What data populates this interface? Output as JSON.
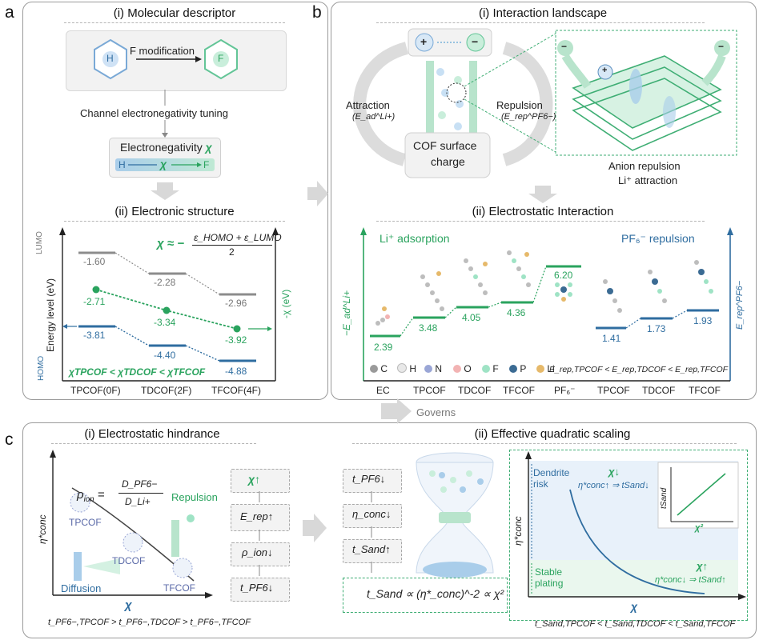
{
  "panels": {
    "a": {
      "letter": "a"
    },
    "b": {
      "letter": "b"
    },
    "c": {
      "letter": "c"
    }
  },
  "a": {
    "i_title": "(i) Molecular descriptor",
    "h_label": "H",
    "f_label": "F",
    "f_modification": "F modification",
    "channel_tuning": "Channel electronegativity tuning",
    "electroneg_title": "Electronegativity",
    "chi": "χ",
    "bar_h": "H",
    "bar_chi": "χ",
    "bar_f": "F",
    "ii_title": "(ii) Electronic structure",
    "formula_lhs": "χ ≈ −",
    "formula_num": "ε_HOMO + ε_LUMO",
    "formula_den": "2",
    "y_left": "Energy level (eV)",
    "y_right": "-χ (eV)",
    "lumo": "LUMO",
    "homo": "HOMO",
    "lumo_vals": [
      "-1.60",
      "-2.28",
      "-2.96"
    ],
    "chi_vals": [
      "-2.71",
      "-3.34",
      "-3.92"
    ],
    "homo_vals": [
      "-3.81",
      "-4.40",
      "-4.88"
    ],
    "ordering": "χTPCOF < χTDCOF < χTFCOF",
    "x_labels": [
      "TPCOF(0F)",
      "TDCOF(2F)",
      "TFCOF(4F)"
    ],
    "colors": {
      "green": "#2aa35e",
      "blue": "#2f6da0",
      "grey": "#8c8c8c"
    }
  },
  "b": {
    "i_title": "(i) Interaction landscape",
    "plus": "+",
    "minus": "−",
    "attraction": "Attraction",
    "attraction_sym": "(E_ad^Li+)",
    "repulsion": "Repulsion",
    "repulsion_sym": "(E_rep^PF6−)",
    "cof_charge_1": "COF surface",
    "cof_charge_2": "charge",
    "anion_repulsion": "Anion repulsion",
    "li_attraction": "Li⁺ attraction",
    "ii_title": "(ii) Electrostatic Interaction",
    "li_adsorption": "Li⁺ adsorption",
    "pf6_repulsion": "PF₆⁻ repulsion",
    "y_left": "−E_ad^Li+",
    "y_right": "E_rep^PF6−",
    "ads_vals": [
      "2.39",
      "3.48",
      "4.05",
      "4.36",
      "6.20"
    ],
    "rep_vals": [
      "1.41",
      "1.73",
      "1.93"
    ],
    "legend": [
      "C",
      "H",
      "N",
      "O",
      "F",
      "P",
      "Li"
    ],
    "legend_colors": [
      "#9a9a9a",
      "#e8e8e8",
      "#9aa6d6",
      "#f2b3b3",
      "#9fe3c5",
      "#3b6b93",
      "#e6b96a"
    ],
    "rep_order": "E_rep,TPCOF < E_rep,TDCOF < E_rep,TFCOF",
    "x_labels": [
      "EC",
      "TPCOF",
      "TDCOF",
      "TFCOF",
      "PF₆⁻",
      "TPCOF",
      "TDCOF",
      "TFCOF"
    ]
  },
  "governs": "Governs",
  "c": {
    "i_title": "(i) Electrostatic hindrance",
    "rho_eq_lhs": "ρ",
    "rho_eq_num": "D_PF6−",
    "rho_eq_den": "D_Li+",
    "y_axis": "η*conc",
    "x_axis": "χ",
    "tpcof": "TPCOF",
    "tdcof": "TDCOF",
    "tfcof": "TFCOF",
    "repulsion": "Repulsion",
    "diffusion": "Diffusion",
    "ordering": "t_PF6−,TPCOF > t_PF6−,TDCOF > t_PF6−,TFCOF",
    "flow1": [
      "χ↑",
      "E_rep↑",
      "ρ_ion↓",
      "t_PF6↓"
    ],
    "ii_title": "(ii) Effective quadratic scaling",
    "flow2": [
      "t_PF6↓",
      "η_conc↓",
      "t_Sand↑"
    ],
    "sand_eq": "t_Sand ∝ (η*_conc)^-2 ∝ χ²",
    "dendrite": "Dendrite risk",
    "stable": "Stable plating",
    "chi_down": "χ↓",
    "chi_up": "χ↑",
    "eta_up": "η*conc↑ ⇒ tSand↓",
    "eta_down": "η*conc↓ ⇒ tSand↑",
    "inset_y": "tSand",
    "inset_x": "χ²",
    "bottom_order": "t_Sand,TPCOF < t_Sand,TDCOF < t_Sand,TFCOF"
  }
}
